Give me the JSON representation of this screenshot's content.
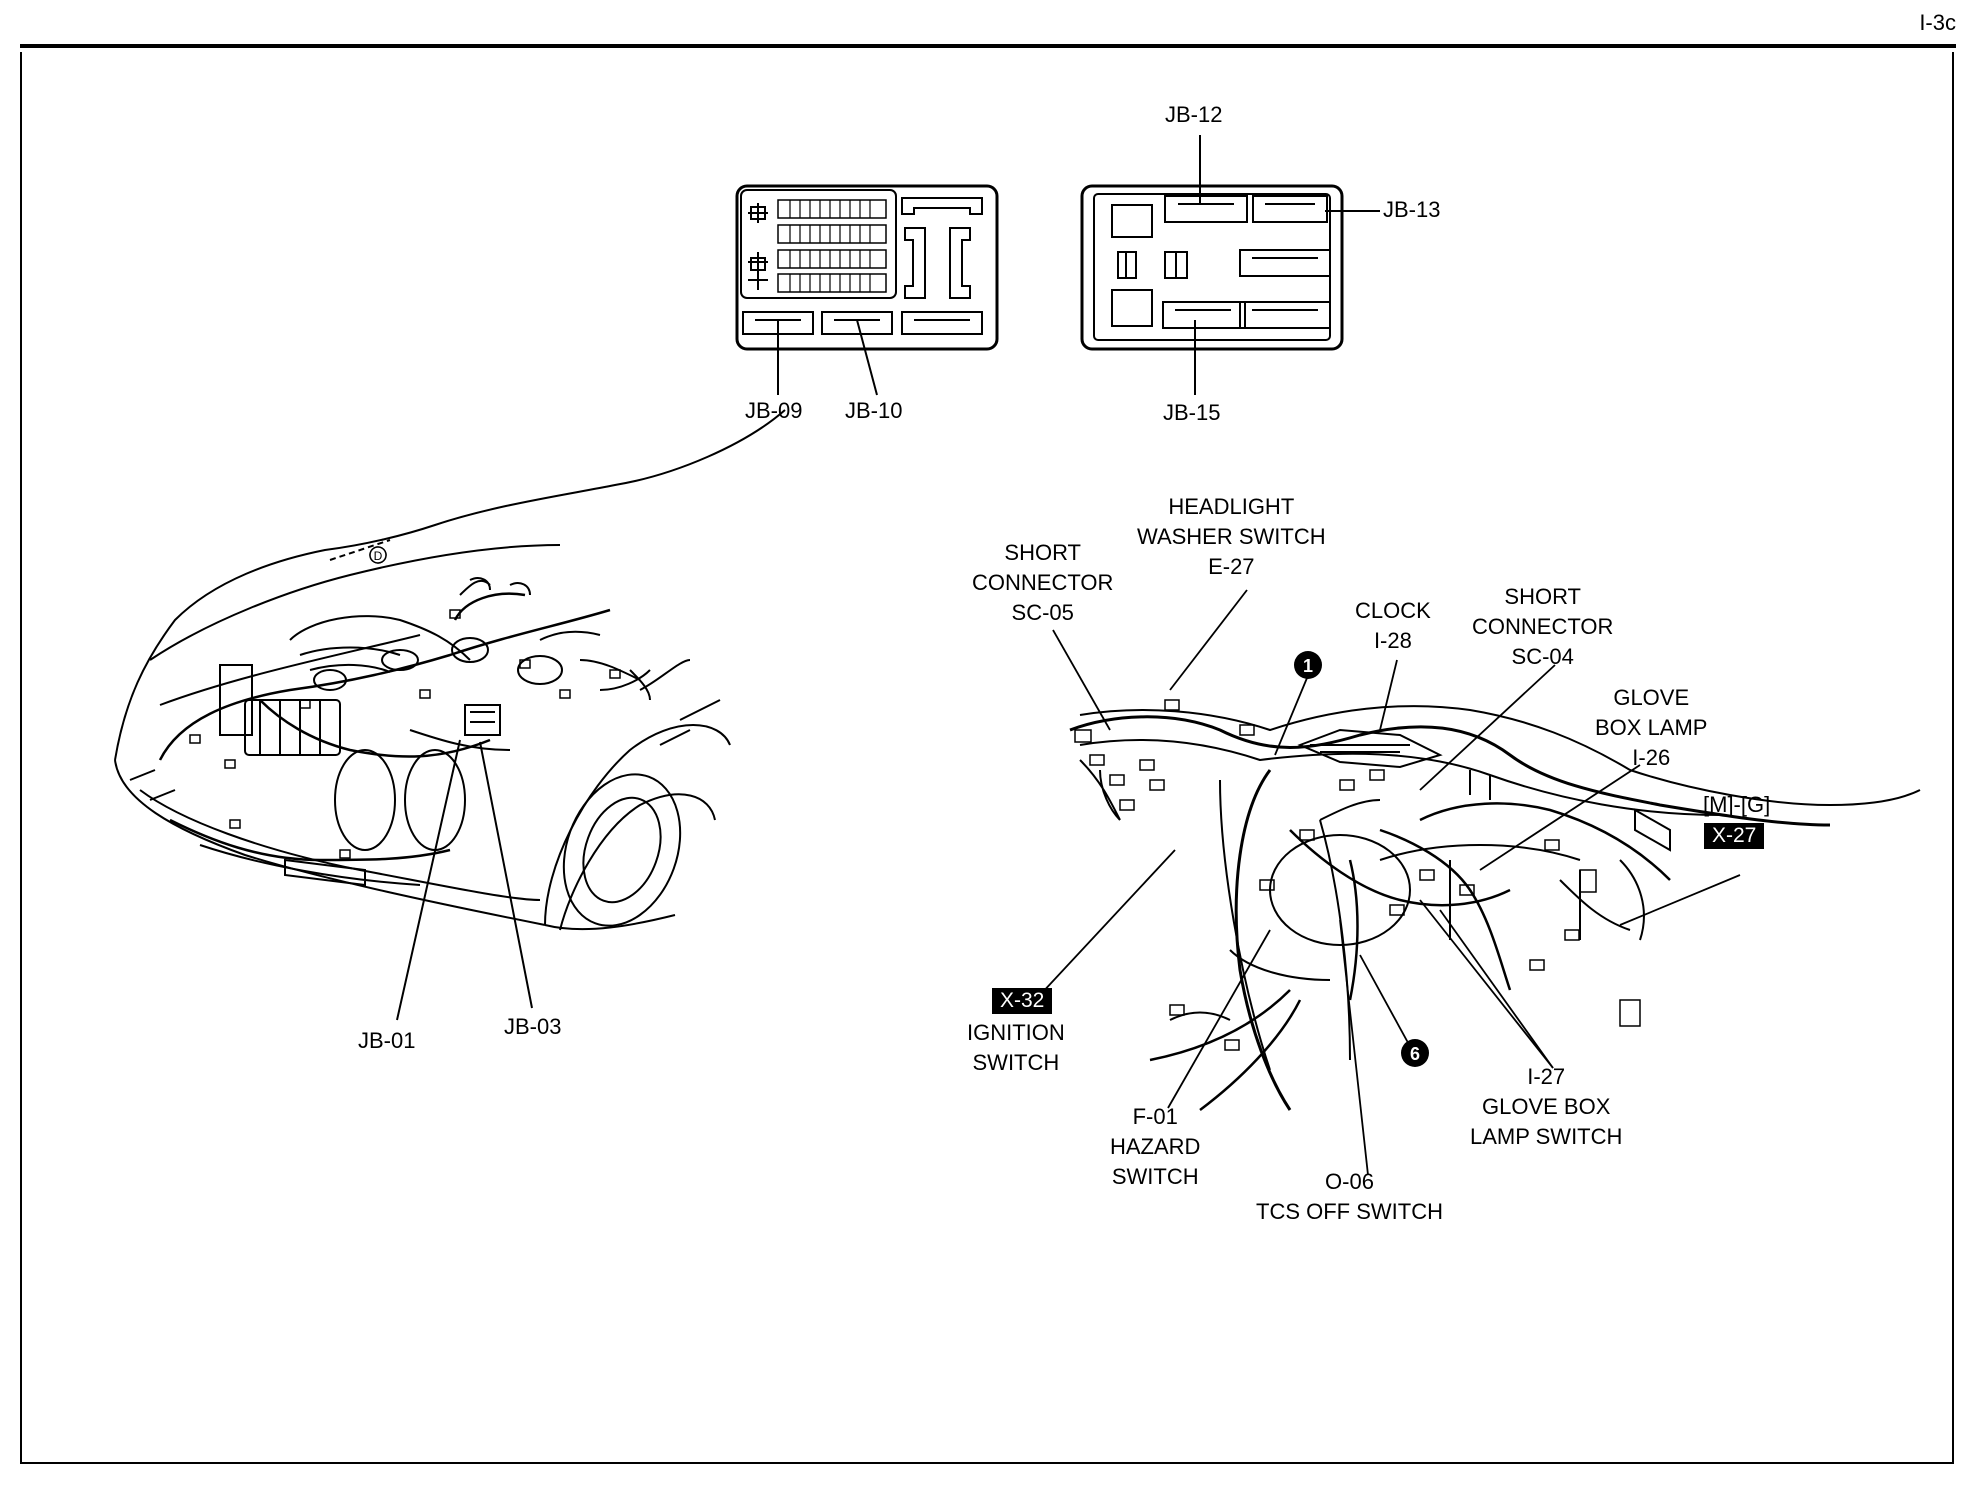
{
  "page_id": "I-3c",
  "fuse_boxes": {
    "left_box": [
      "JB-09",
      "JB-10"
    ],
    "right_box": [
      "JB-12",
      "JB-13",
      "JB-15"
    ]
  },
  "engine_bay": {
    "marker": "D",
    "labels": [
      "JB-01",
      "JB-03"
    ]
  },
  "dashboard": {
    "headlight_washer": [
      "HEADLIGHT",
      "WASHER SWITCH",
      "E-27"
    ],
    "short_connector_sc05": [
      "SHORT",
      "CONNECTOR",
      "SC-05"
    ],
    "clock": [
      "CLOCK",
      "I-28"
    ],
    "short_connector_sc04": [
      "SHORT",
      "CONNECTOR",
      "SC-04"
    ],
    "glove_box_lamp": [
      "GLOVE",
      "BOX LAMP",
      "I-26"
    ],
    "mg_variant": "[M]-[G]",
    "x27": "X-27",
    "x32": "X-32",
    "ignition": [
      "IGNITION",
      "SWITCH"
    ],
    "hazard": [
      "F-01",
      "HAZARD",
      "SWITCH"
    ],
    "tcs": [
      "O-06",
      "TCS OFF SWITCH"
    ],
    "glove_box_lamp_switch": [
      "I-27",
      "GLOVE BOX",
      "LAMP SWITCH"
    ],
    "marker_1": "1",
    "marker_6": "6"
  }
}
